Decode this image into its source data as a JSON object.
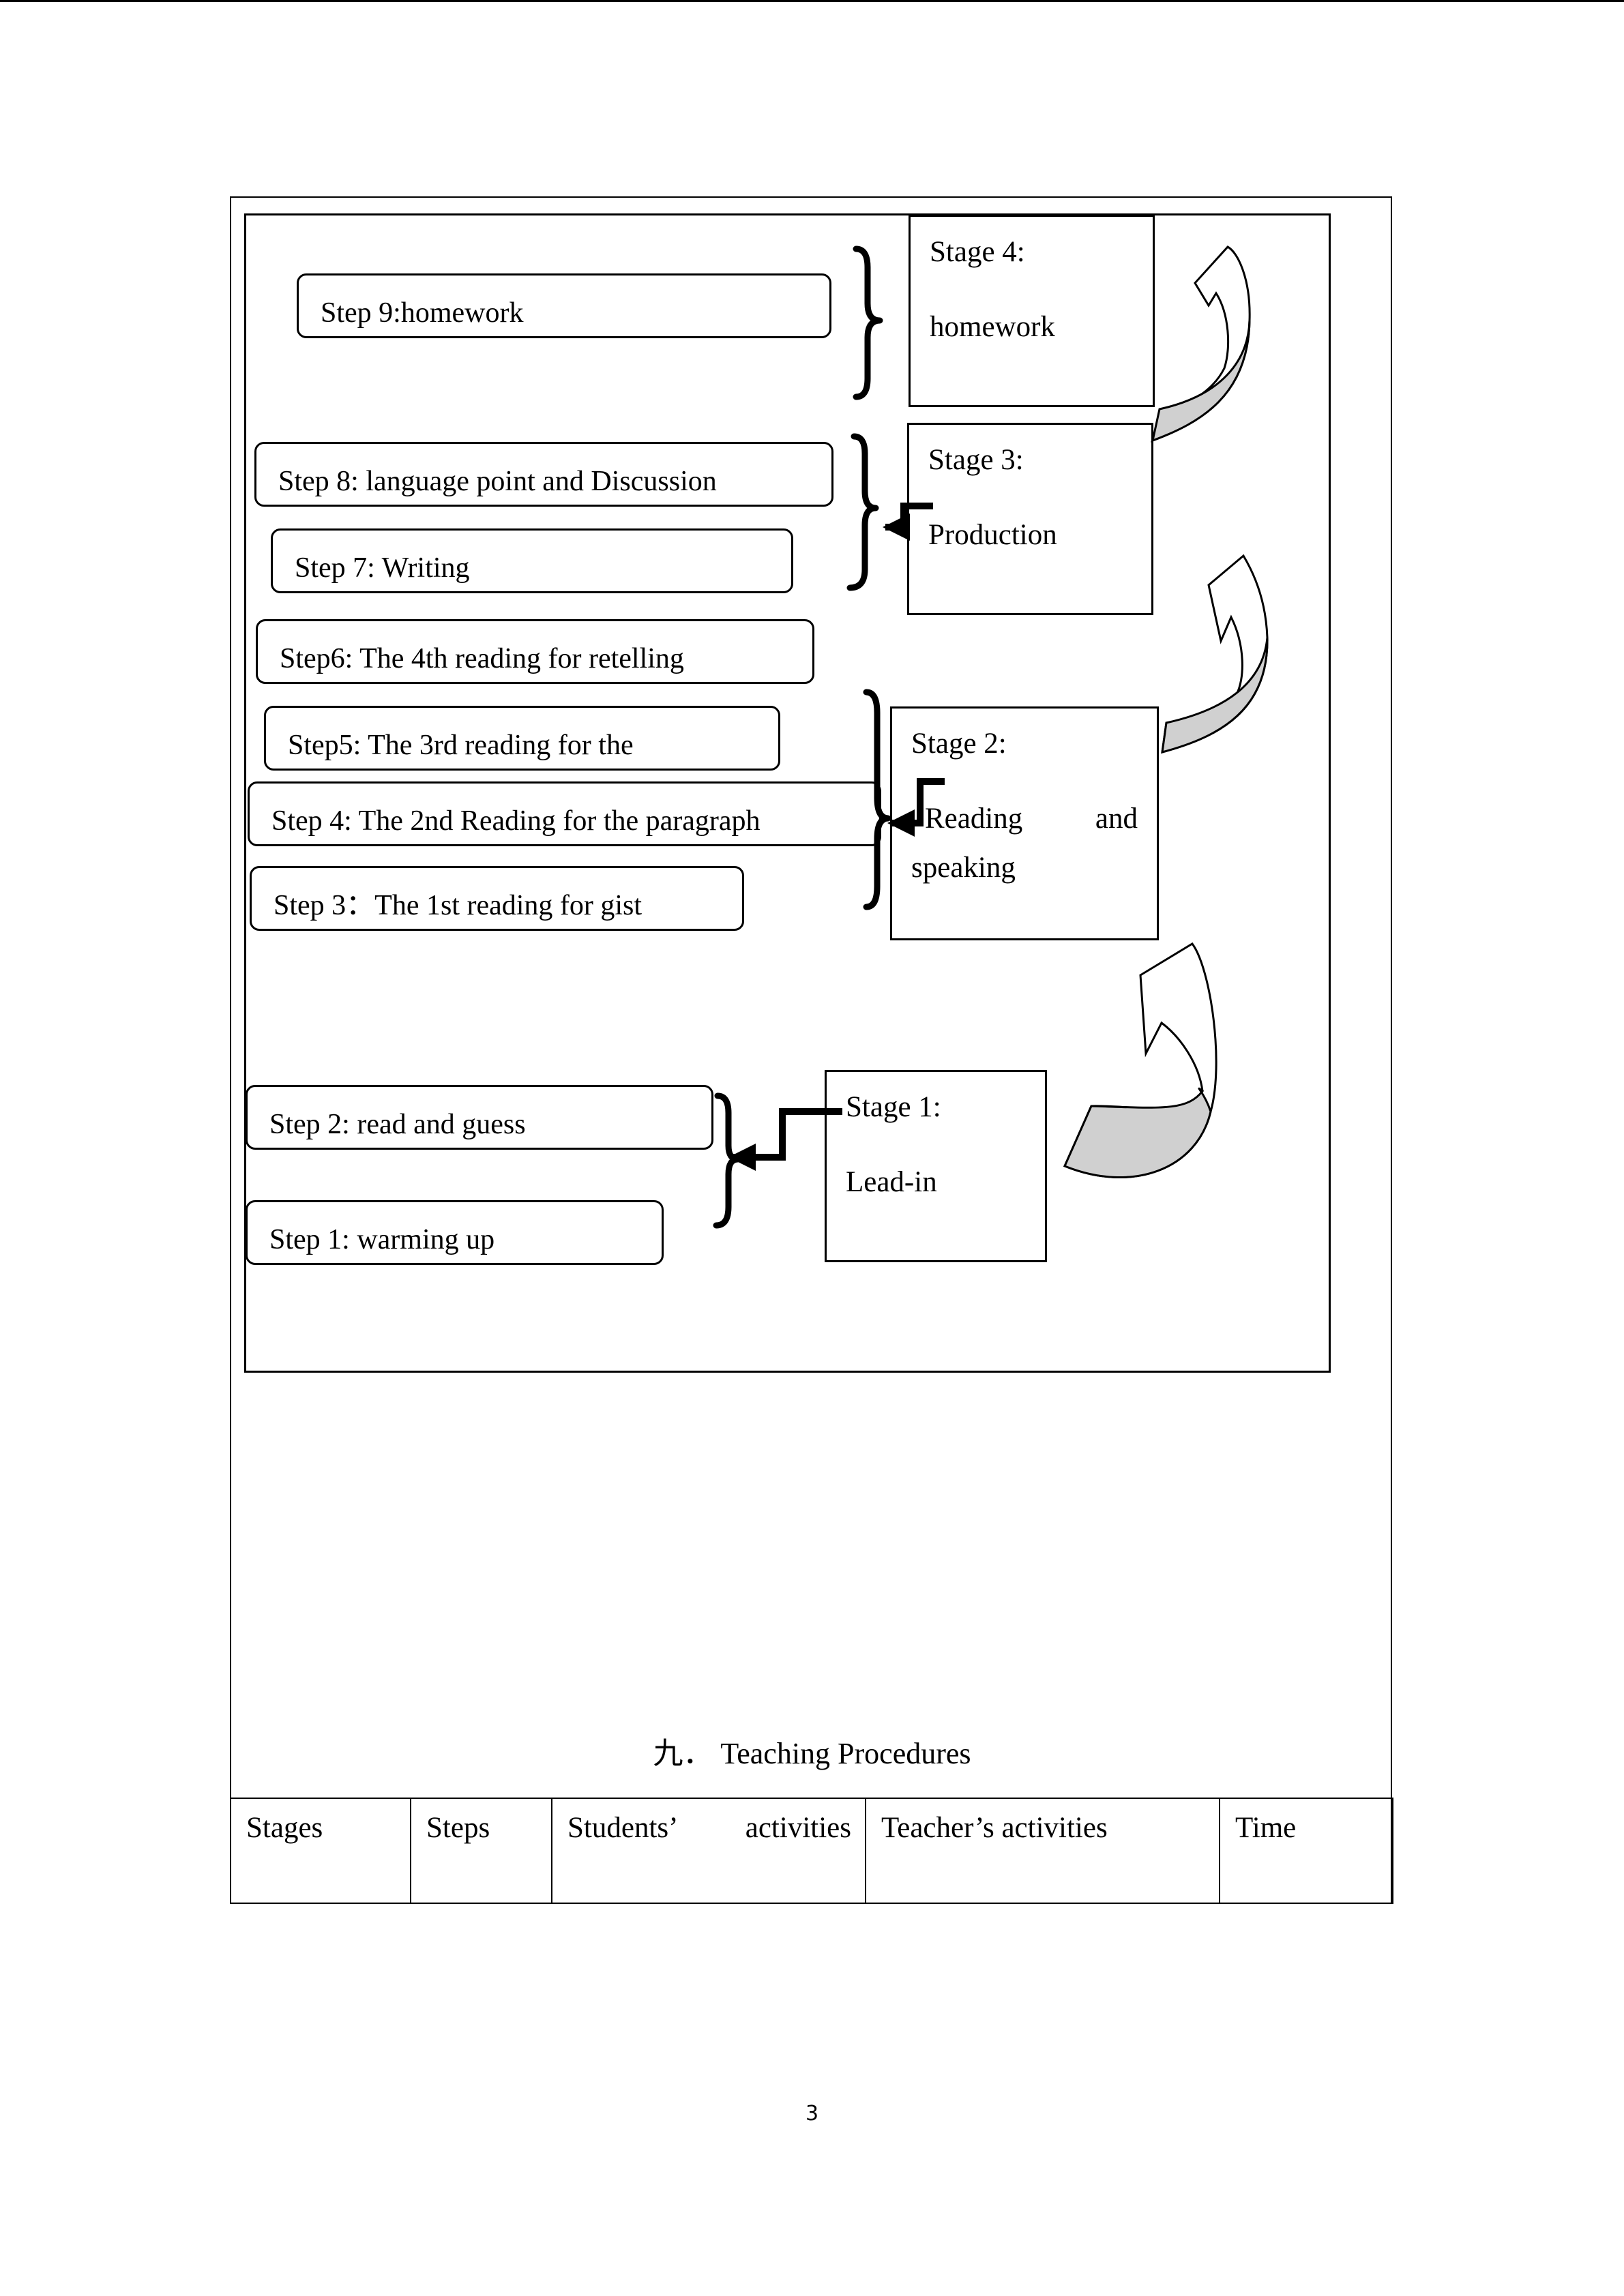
{
  "diagram": {
    "steps": [
      {
        "label": "Step 9:homework"
      },
      {
        "label": "Step 8: language point and Discussion"
      },
      {
        "label": "Step 7: Writing"
      },
      {
        "label": "Step6: The 4th reading for retelling"
      },
      {
        "label": "Step5:  The  3rd  reading  for  the"
      },
      {
        "label": "Step 4: The 2nd Reading for the paragraph"
      },
      {
        "label": "Step 3：The 1st reading for gist"
      },
      {
        "label": "Step 2: read and guess"
      },
      {
        "label": "Step 1: warming up"
      }
    ],
    "stages": [
      {
        "title": "Stage 4:",
        "name": "homework"
      },
      {
        "title": "Stage 3:",
        "name": "Production"
      },
      {
        "title": "Stage 2:",
        "name_part1": "Reading",
        "name_part2": "and",
        "name_part3": "speaking"
      },
      {
        "title": "Stage 1:",
        "name": "Lead-in"
      }
    ],
    "arrow_fill_color": "#d0d0d0"
  },
  "caption": "九． Teaching Procedures",
  "table": {
    "headers": {
      "stages": "Stages",
      "steps": "Steps",
      "students_part1": "Students’",
      "students_part2": "activities",
      "teachers": "Teacher’s activities",
      "time": "Time"
    }
  },
  "page_number": "3"
}
